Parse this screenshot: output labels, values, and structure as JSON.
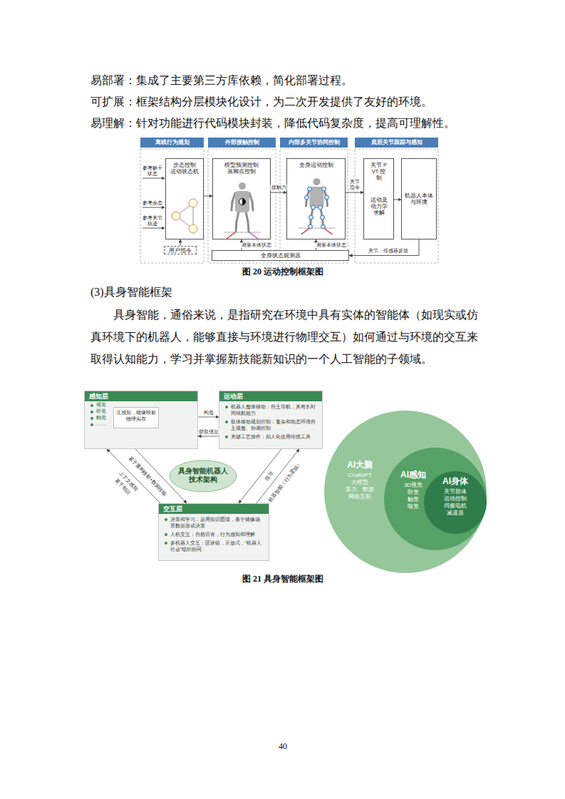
{
  "diagram": {
    "caption": "图 21 具身智能框架图",
    "nodes": [
      {
        "text": [
          "离线行为规划"
        ]
      },
      {
        "text": [
          "外部接触控制"
        ]
      },
      {
        "text": [
          "内部多关节协同控制"
        ]
      },
      {
        "text": [
          "底层关节跟踪与感知"
        ]
      },
      {
        "text": [
          "步态控制",
          "运动状态机"
        ]
      },
      {
        "text": [
          "用户指令"
        ]
      },
      {
        "text": [
          "模型预测控制",
          "落脚点控制"
        ]
      },
      {
        "text": [
          "全身运动控制"
        ]
      },
      {
        "text": [
          "关节 PVT 控制",
          "运动及动力学求解"
        ]
      },
      {
        "text": [
          "机器人本体与环境"
        ]
      },
      {
        "text": [
          "全身状态观测器"
        ]
      },
      {
        "text": [
          "感知层",
          "视觉",
          "听觉",
          "触觉",
          "……"
        ]
      },
      {
        "text": [
          "泛感知，镜像映射物理实存"
        ],
        "in": 11
      },
      {
        "text": [
          "运动层",
          "机器人整体移动：自主导航，具有长时间续航能力",
          "肢体移动规划控制：复杂和动态环境自主规整、协调控制",
          "关键工艺操作：拟人化使用传统工具"
        ]
      },
      {
        "text": [
          "具身智能机器人技术架构"
        ]
      },
      {
        "text": [
          "交互层",
          "决策和学习：运用知识图谱，基于镜像场景数据形成决策",
          "人机交互：自然语言，行为感知和理解",
          "多机器人交互：区块链，开放式，“机器人社会”组织协同"
        ]
      },
      {
        "text": [
          "AI大脑",
          "ChatGPT",
          "大模型",
          "算力、数据",
          "网络互联"
        ]
      },
      {
        "text": [
          "AI感知",
          "3D视觉",
          "听觉",
          "触觉",
          "嗅觉"
        ],
        "in": 16
      },
      {
        "text": [
          "AI身体",
          "关节肢体",
          "运动控制",
          "伺服电机",
          "减速器"
        ],
        "in": 17
      }
    ],
    "edges": [
      {
        "from": 4,
        "to": 6,
        "arrow": "to"
      },
      {
        "from": 6,
        "to": 7,
        "label": "接触力",
        "arrow": "to"
      },
      {
        "from": 7,
        "to": 8,
        "label": "关节指令",
        "arrow": "to"
      },
      {
        "from": 8,
        "to": 9,
        "arrow": "to"
      },
      {
        "from": 9,
        "to": 10,
        "label": "关节、传感器反馈",
        "arrow": "to"
      },
      {
        "from": 10,
        "to": 6,
        "label": "测量本体状态",
        "arrow": "to"
      },
      {
        "from": 10,
        "to": 7,
        "label": "测量本体状态",
        "arrow": "to"
      },
      {
        "from": 5,
        "to": 4,
        "arrow": "to"
      },
      {
        "from": 11,
        "to": 13,
        "label": "构造",
        "arrow": "to"
      },
      {
        "from": 13,
        "to": 11,
        "label": "获取信息",
        "arrow": "to"
      },
      {
        "from": 11,
        "to": 15,
        "label": "基于重构映射+数据传输",
        "arrow": "to"
      },
      {
        "from": 15,
        "to": 11,
        "label": "上下文感知",
        "arrow": "to"
      },
      {
        "from": 13,
        "to": 15,
        "label": "指导",
        "arrow": "to"
      },
      {
        "from": 15,
        "to": 13,
        "label": "机器智能（行为逻辑）",
        "arrow": "to"
      }
    ],
    "labels": [
      "易部署：集成了主要第三方库依赖，简化部署过程。",
      "可扩展：框架结构分层模块化设计，为二次开发提供了友好的环境。",
      "易理解：针对功能进行代码模块封装，降低代码复杂度，提高可理解性。",
      "参考躯干状态",
      "参考步态",
      "参考关节轨迹",
      "图 20 运动控制框架图",
      "(3)具身智能框架",
      "具身智能，通俗来说，是指研究在环境中具有实体的智能体（如现实或仿真环境下的机器人，能够直接与环境进行物理交互）如何通过与环境的交互来取得认知能力，学习并掌握新技能新知识的一个人工智能的子领域。",
      "基于知识",
      "40"
    ]
  }
}
